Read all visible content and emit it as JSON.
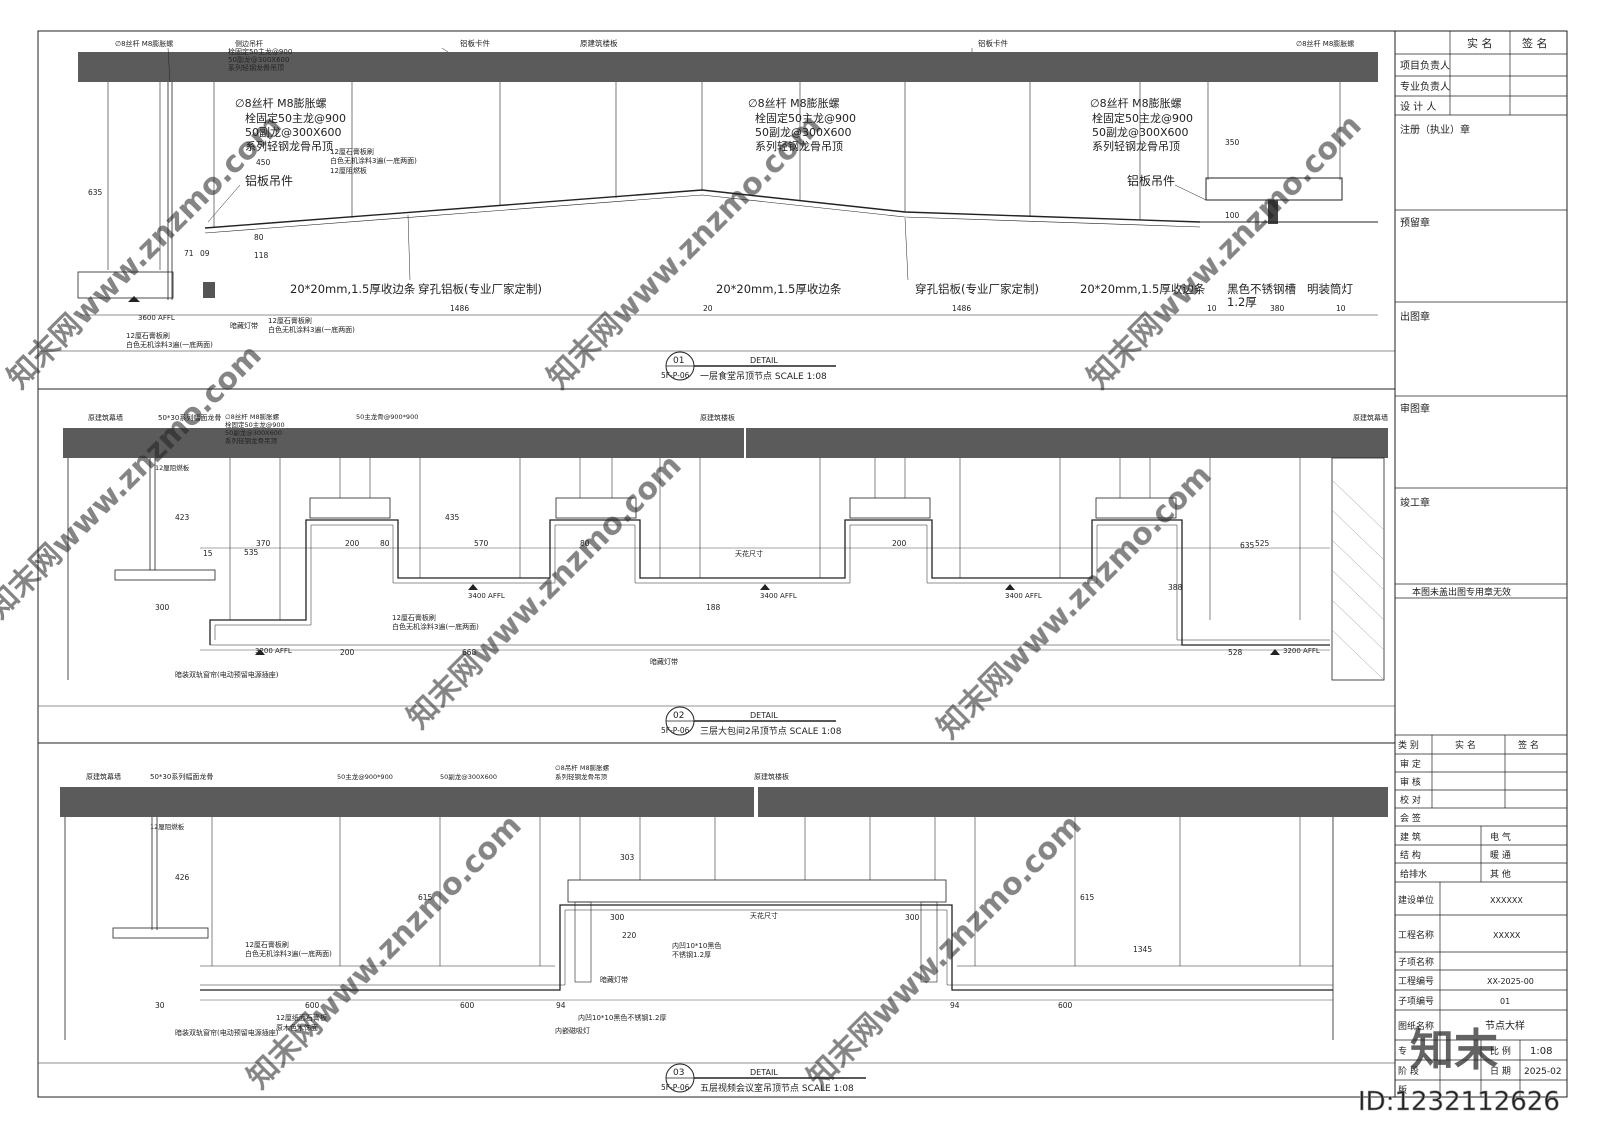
{
  "colors": {
    "slab": "#5b5b5b",
    "line": "#222222",
    "watermark": "#cfcfcf"
  },
  "watermark": {
    "site": "知末网www.znzmo.com",
    "logo": "知末",
    "id_text": "ID:1232112626"
  },
  "details": [
    {
      "number": "01",
      "tag": "DETAIL",
      "ref": "5F-P-06",
      "title": "一层食堂吊顶节点  SCALE 1:08",
      "labels": {
        "side_rod": "侧边吊杆",
        "rod_left": "∅8丝杆 M8膨胀螺",
        "bolt_left": "栓固定50主龙@900",
        "sub_left": "50副龙@300X600",
        "system_left": "系列轻钢龙骨吊顶",
        "clip1": "铝板卡件",
        "slab": "原建筑楼板",
        "clip2": "铝板卡件",
        "rod_right": "∅8丝杆 M8膨胀螺",
        "big_rod_a": "∅8丝杆 M8膨胀螺",
        "big_bolt_a": "栓固定50主龙@900",
        "big_sub_a": "50副龙@300X600",
        "big_sys_a": "系列轻钢龙骨吊顶",
        "big_rod_b": "∅8丝杆 M8膨胀螺",
        "big_bolt_b": "栓固定50主龙@900",
        "big_sub_b": "50副龙@300X600",
        "big_sys_b": "系列轻钢龙骨吊顶",
        "big_rod_c": "∅8丝杆 M8膨胀螺",
        "big_bolt_c": "栓固定50主龙@900",
        "big_sub_c": "50副龙@300X600",
        "big_sys_c": "系列轻钢龙骨吊顶",
        "gypsum_a": "12厘石膏板刷",
        "paint_a": "白色无机涂料3遍(一底两面)",
        "fire_a": "12厘阻燃板",
        "hanger_left": "铝板吊件",
        "hanger_right": "铝板吊件",
        "edge1": "20*20mm,1.5厚收边条",
        "perf1": "穿孔铝板(专业厂家定制)",
        "edge2": "20*20mm,1.5厚收边条",
        "perf2": "穿孔铝板(专业厂家定制)",
        "edge3": "20*20mm,1.5厚收边条",
        "steel_slot": "黑色不锈钢槽",
        "thick": "1.2厚",
        "downlight": "明装筒灯",
        "level": "3600 AFFL",
        "hidden_light": "暗藏灯带",
        "gypsum_b": "12厘石膏板刷",
        "paint_b": "白色无机涂料3遍(一底两面)",
        "gypsum_c": "12厘石膏板刷",
        "paint_c": "白色无机涂料3遍(一底两面)"
      },
      "dims": [
        "635",
        "450",
        "80",
        "118",
        "71",
        "09",
        "1486",
        "20",
        "1486",
        "10",
        "380",
        "10",
        "350",
        "100"
      ]
    },
    {
      "number": "02",
      "tag": "DETAIL",
      "ref": "5F-P-06",
      "title": "三层大包间2吊顶节点 SCALE 1:08",
      "labels": {
        "wall_left": "原建筑幕墙",
        "keel": "50*30系列幅面龙骨",
        "wall_right": "原建筑幕墙",
        "slab": "原建筑楼板",
        "rod": "∅8丝杆 M8膨胀螺",
        "bolt": "栓固定50主龙@900",
        "sub": "50副龙@300X600",
        "system": "系列轻钢龙骨吊顶",
        "main": "50主龙骨@900*900",
        "fire": "12厘阻燃板",
        "gypsum": "12厘石膏板刷",
        "paint": "白色无机涂料3遍(一底两面)",
        "curtain": "暗装双轨窗帘(电动预留电源插座)",
        "hidden_light": "暗藏灯带",
        "ceiling_size": "天花尺寸",
        "level_a": "3400 AFFL",
        "level_b": "3400 AFFL",
        "level_c": "3400 AFFL",
        "level_d": "3200 AFFL",
        "level_e": "3200 AFFL"
      },
      "dims": [
        "423",
        "535",
        "370",
        "200",
        "80",
        "570",
        "80",
        "435",
        "200",
        "635",
        "525",
        "388",
        "200",
        "668",
        "188",
        "528",
        "300",
        "15"
      ]
    },
    {
      "number": "03",
      "tag": "DETAIL",
      "ref": "5F-P-06",
      "title": "五层视频会议室吊顶节点  SCALE 1:08",
      "labels": {
        "wall_left": "原建筑幕墙",
        "keel": "50*30系列幅面龙骨",
        "slab": "原建筑楼板",
        "main": "50主龙@900*900",
        "sub": "50副龙@300X600",
        "rod": "∅8吊杆 M8膨胀螺",
        "system": "系列轻钢龙骨吊顶",
        "fire": "12厘阻燃板",
        "gypsum": "12厘石膏板刷",
        "paint": "白色无机涂料3遍(一底两面)",
        "curtain": "暗装双轨窗帘(电动预留电源插座)",
        "paper_gypsum": "12厘纸面石膏板",
        "wood": "原木色木饰面",
        "magnet": "内嵌磁吸灯",
        "black_steel": "内凹10*10黑色不锈钢1.2厚",
        "hidden_light": "暗藏灯带",
        "ceiling_size": "天花尺寸",
        "black_steel_b": "内凹10*10黑色",
        "black_steel_c": "不锈钢1.2厚"
      },
      "dims": [
        "426",
        "615",
        "303",
        "300",
        "220",
        "300",
        "600",
        "94",
        "600",
        "94",
        "615",
        "1345",
        "600",
        "30"
      ]
    }
  ],
  "titleblock": {
    "head": {
      "name": "实 名",
      "sign": "签 名"
    },
    "roles": [
      "项目负责人",
      "专业负责人",
      "设 计 人"
    ],
    "stamps": [
      "注册（执业）章",
      "预留章",
      "出图章",
      "审图章",
      "竣工章"
    ],
    "notice": "本图未盖出图专用章无效",
    "review_head": {
      "type": "类 别",
      "name": "实 名",
      "sign": "签 名"
    },
    "review_rows": [
      "审 定",
      "审 核",
      "校 对",
      "会 签"
    ],
    "disc_rows": [
      [
        "建 筑",
        "电 气"
      ],
      [
        "结 构",
        "暖 通"
      ],
      [
        "给排水",
        "其 他"
      ]
    ],
    "info": [
      {
        "label": "建设单位",
        "value": "XXXXXX"
      },
      {
        "label": "工程名称",
        "value": "XXXXX"
      },
      {
        "label": "子项名称",
        "value": ""
      },
      {
        "label": "工程编号",
        "value": "XX-2025-00"
      },
      {
        "label": "子项编号",
        "value": "01"
      }
    ],
    "sheet_label": "图纸名称",
    "sheet_value": "节点大样",
    "scale_label": "比 例",
    "scale_value": "1:08",
    "stage_label": "阶 段",
    "date_label": "日 期",
    "date_value": "2025-02",
    "spec_label": "专",
    "version_label": "版"
  }
}
